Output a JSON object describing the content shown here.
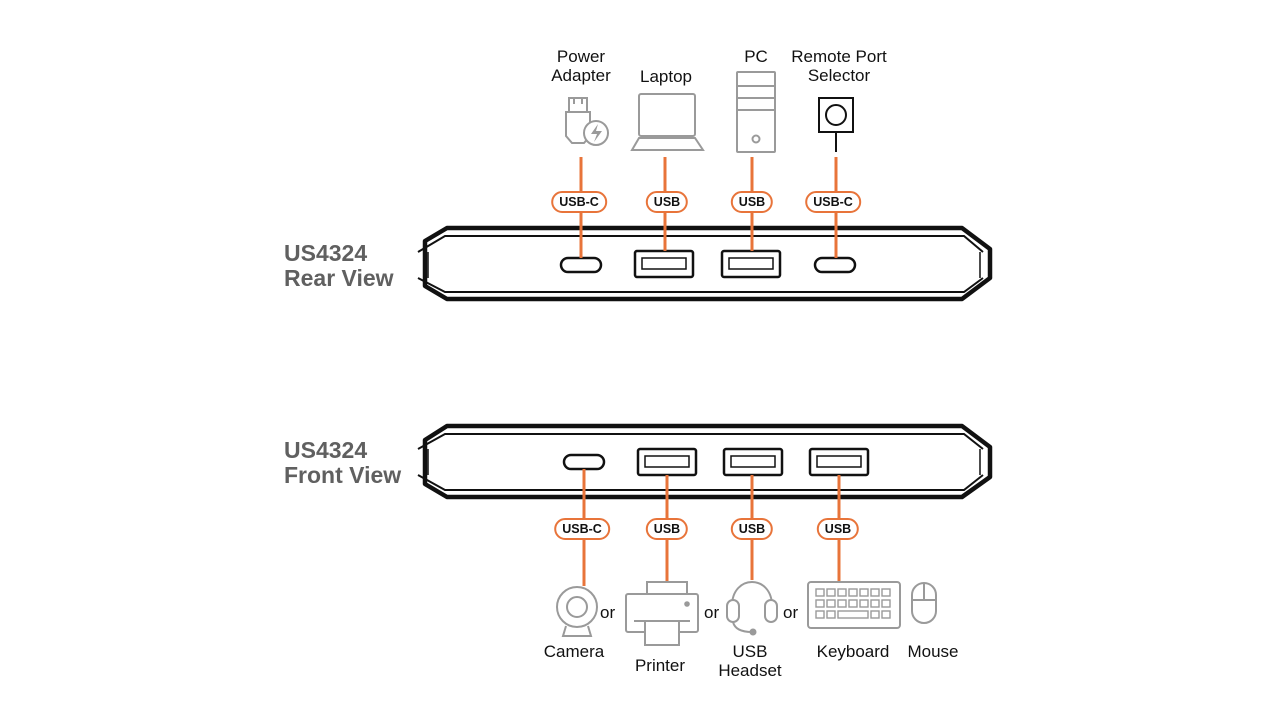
{
  "rear": {
    "title_line1": "US4324",
    "title_line2": "Rear View",
    "devices": [
      {
        "line1": "Power",
        "line2": "Adapter",
        "icon": "power-adapter-icon"
      },
      {
        "line1": "Laptop",
        "line2": "",
        "icon": "laptop-icon"
      },
      {
        "line1": "PC",
        "line2": "",
        "icon": "pc-tower-icon"
      },
      {
        "line1": "Remote Port",
        "line2": "Selector",
        "icon": "remote-port-selector-icon"
      }
    ],
    "ports": [
      "USB-C",
      "USB",
      "USB",
      "USB-C"
    ]
  },
  "front": {
    "title_line1": "US4324",
    "title_line2": "Front View",
    "ports": [
      "USB-C",
      "USB",
      "USB",
      "USB"
    ],
    "devices": [
      {
        "line1": "Camera",
        "line2": "",
        "icon": "webcam-icon"
      },
      {
        "line1": "Printer",
        "line2": "",
        "icon": "printer-icon"
      },
      {
        "line1": "USB",
        "line2": "Headset",
        "icon": "headset-icon"
      },
      {
        "line1": "Keyboard",
        "line2": "",
        "icon": "keyboard-icon"
      },
      {
        "line1": "Mouse",
        "line2": "",
        "icon": "mouse-icon"
      }
    ],
    "or_labels": [
      "or",
      "or",
      "or"
    ]
  },
  "colors": {
    "accent": "#e8743a",
    "icon_gray": "#9a9a9a",
    "title_gray": "#606060",
    "outline": "#111111"
  }
}
